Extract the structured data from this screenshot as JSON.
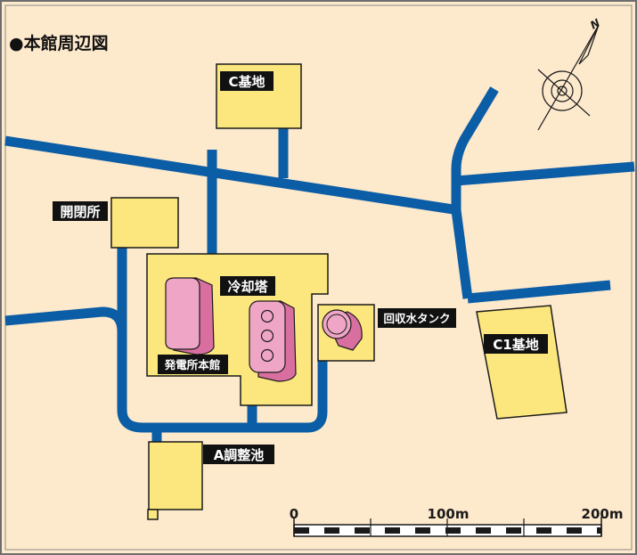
{
  "map": {
    "title": "●本館周辺図",
    "colors": {
      "background": "#FDE9CC",
      "frame": "#6E6E6E",
      "road": "#0B5DA6",
      "building": "#FBE77E",
      "building_stroke": "#1A1A1A",
      "tank": "#EFA6C6",
      "tank_side": "#D96FA0",
      "label_bg": "#111111",
      "label_fg": "#FFFFFF"
    },
    "labels": {
      "c_base": "C基地",
      "switchyard": "開閉所",
      "cooling_tower": "冷却塔",
      "recovery_tank": "回収水タンク",
      "power_house": "発電所本館",
      "c1_base": "C1基地",
      "a_pond": "A調整池"
    },
    "compass": {
      "north_label": "N",
      "icon": "compass-rose-icon"
    },
    "scale_bar": {
      "tick_labels": [
        "0",
        "100m",
        "200m"
      ]
    }
  }
}
